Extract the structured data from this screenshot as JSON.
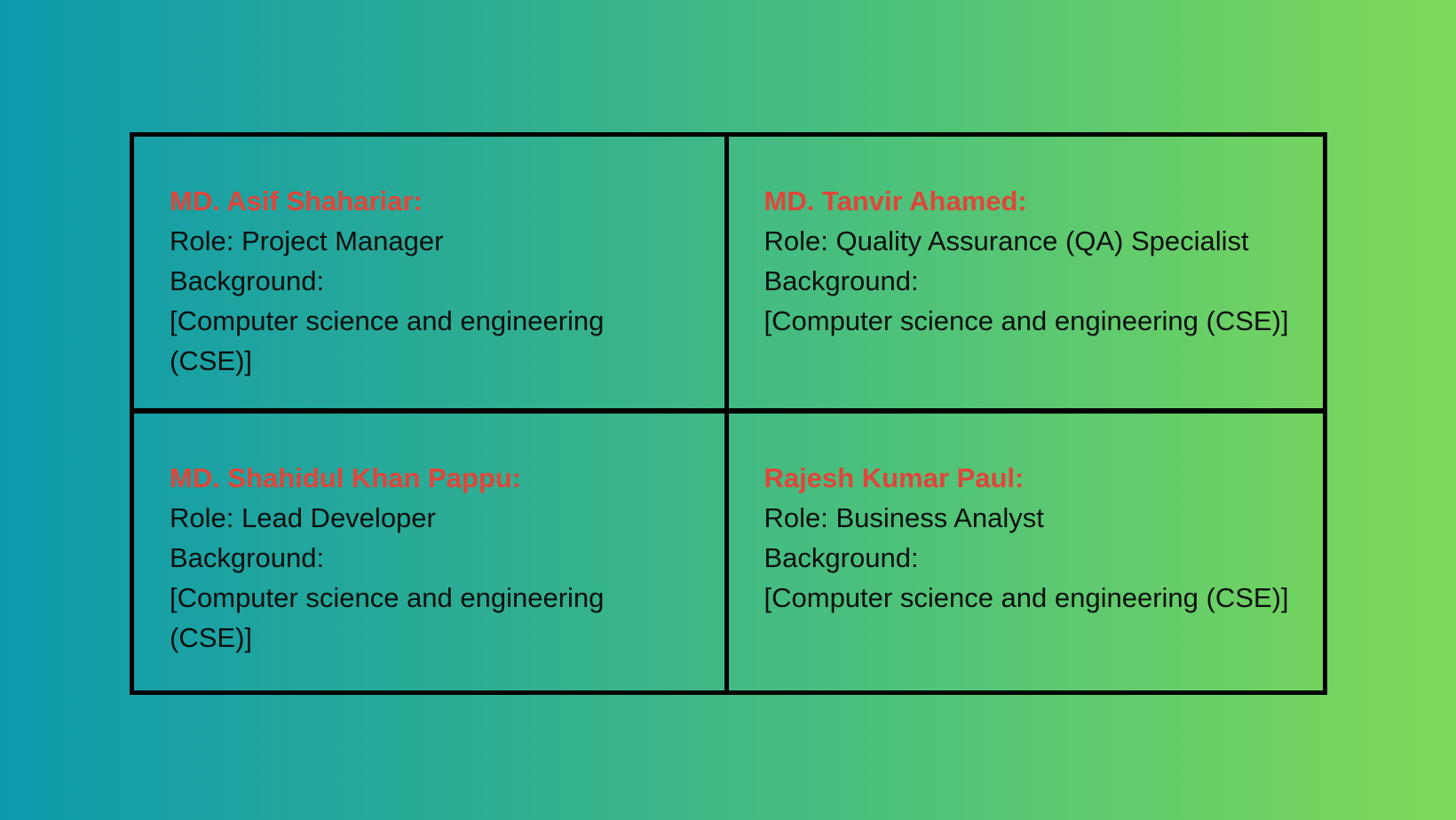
{
  "members": [
    {
      "name": "MD. Asif Shahariar:",
      "role": "Role: Project Manager",
      "background_label": "Background:",
      "background_value": "[Computer science and engineering (CSE)]"
    },
    {
      "name": "MD. Tanvir Ahamed:",
      "role": "Role: Quality Assurance (QA) Specialist",
      "background_label": "Background:",
      "background_value": "[Computer science and engineering (CSE)]"
    },
    {
      "name": "MD. Shahidul Khan Pappu:",
      "role": "Role: Lead Developer",
      "background_label": "Background:",
      "background_value": "[Computer science and engineering (CSE)]"
    },
    {
      "name": "Rajesh Kumar Paul:",
      "role": "Role: Business Analyst",
      "background_label": "Background:",
      "background_value": "[Computer science and engineering (CSE)]"
    }
  ],
  "colors": {
    "name_color": "#e0453a",
    "text_color": "#0b0f0e",
    "border_color": "#000000",
    "gradient_start": "#0e9aae",
    "gradient_end": "#7fd958"
  }
}
